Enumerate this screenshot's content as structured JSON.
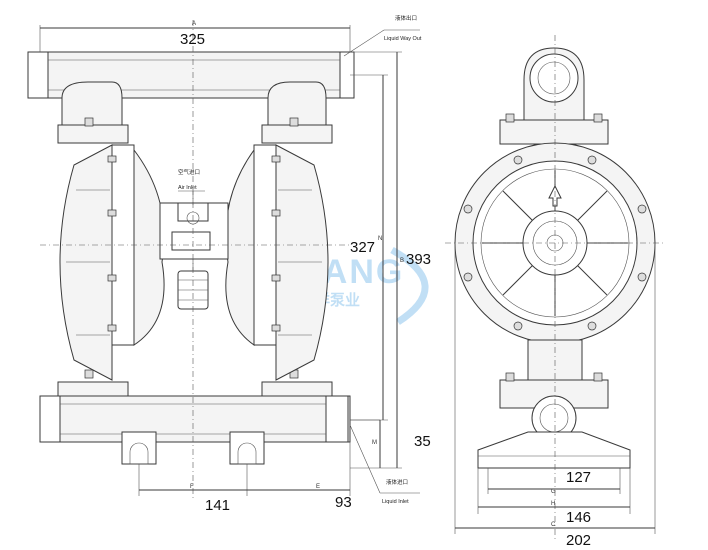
{
  "dimensions": {
    "width_A": "325",
    "height_N": "327",
    "height_B": "393",
    "base_M": "35",
    "spacing_F": "141",
    "offset_E": "93",
    "base_G": "127",
    "base_H": "146",
    "width_C": "202"
  },
  "dimension_letters": {
    "A": "A",
    "N": "N",
    "B": "B",
    "M": "M",
    "F": "F",
    "E": "E",
    "G": "G",
    "H": "H",
    "C": "C"
  },
  "callouts": {
    "outlet_cn": "液体出口",
    "outlet_en": "Liquid Way Out",
    "air_cn": "空气进口",
    "air_en": "Air Inlet",
    "inlet_cn": "液体进口",
    "inlet_en": "Liquid Inlet"
  },
  "watermark": {
    "brand": "BEYANG",
    "cn": "贝洋泵业"
  },
  "colors": {
    "line": "#3a3a3a",
    "watermark": "#8fc6ee"
  }
}
